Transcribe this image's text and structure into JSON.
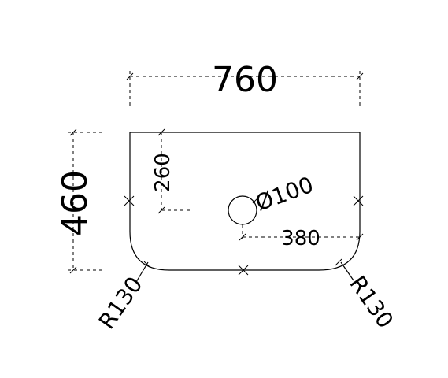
{
  "drawing": {
    "overall_width_label": "760",
    "overall_height_label": "460",
    "hole_offset_top_label": "260",
    "hole_offset_right_label": "380",
    "hole_diameter_label": "Ø100",
    "corner_radius_left_label": "R130",
    "corner_radius_right_label": "R130",
    "stroke_color": "#000000",
    "background_color": "#ffffff"
  }
}
